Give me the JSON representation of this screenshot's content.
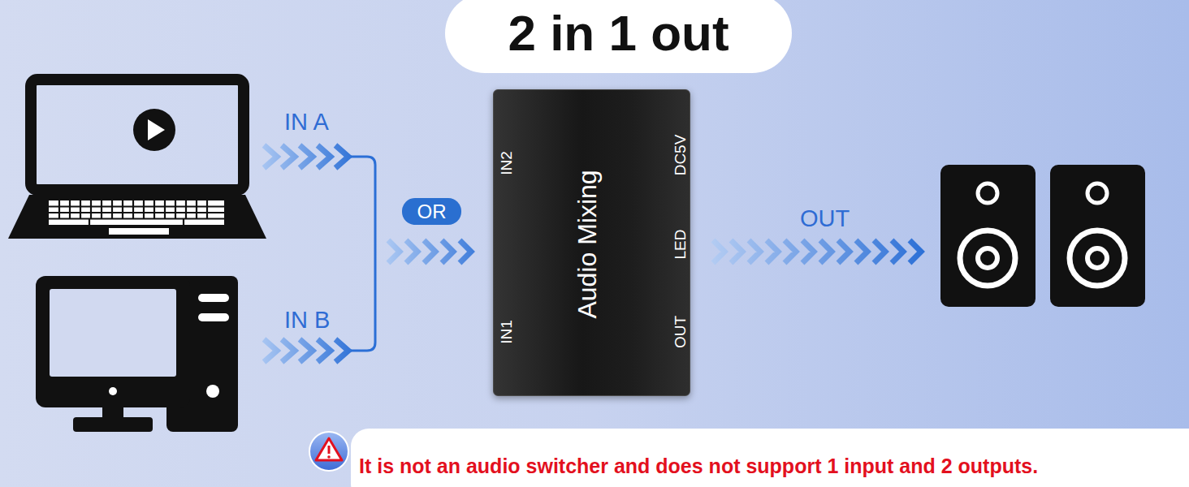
{
  "diagram": {
    "title": "2 in 1 out",
    "nodes": [
      {
        "text": [
          "OR"
        ]
      },
      {
        "text": [
          "Audio Mixing",
          "IN2",
          "IN1",
          "DC5V",
          "LED",
          "OUT"
        ]
      },
      {
        "text": [
          "It is not an audio switcher and does not support 1 input and 2 outputs."
        ]
      }
    ],
    "edges": [
      {
        "from": 0,
        "to": 1,
        "arrow": "to"
      }
    ],
    "labels": [
      "IN A",
      "IN B",
      "OUT"
    ]
  }
}
